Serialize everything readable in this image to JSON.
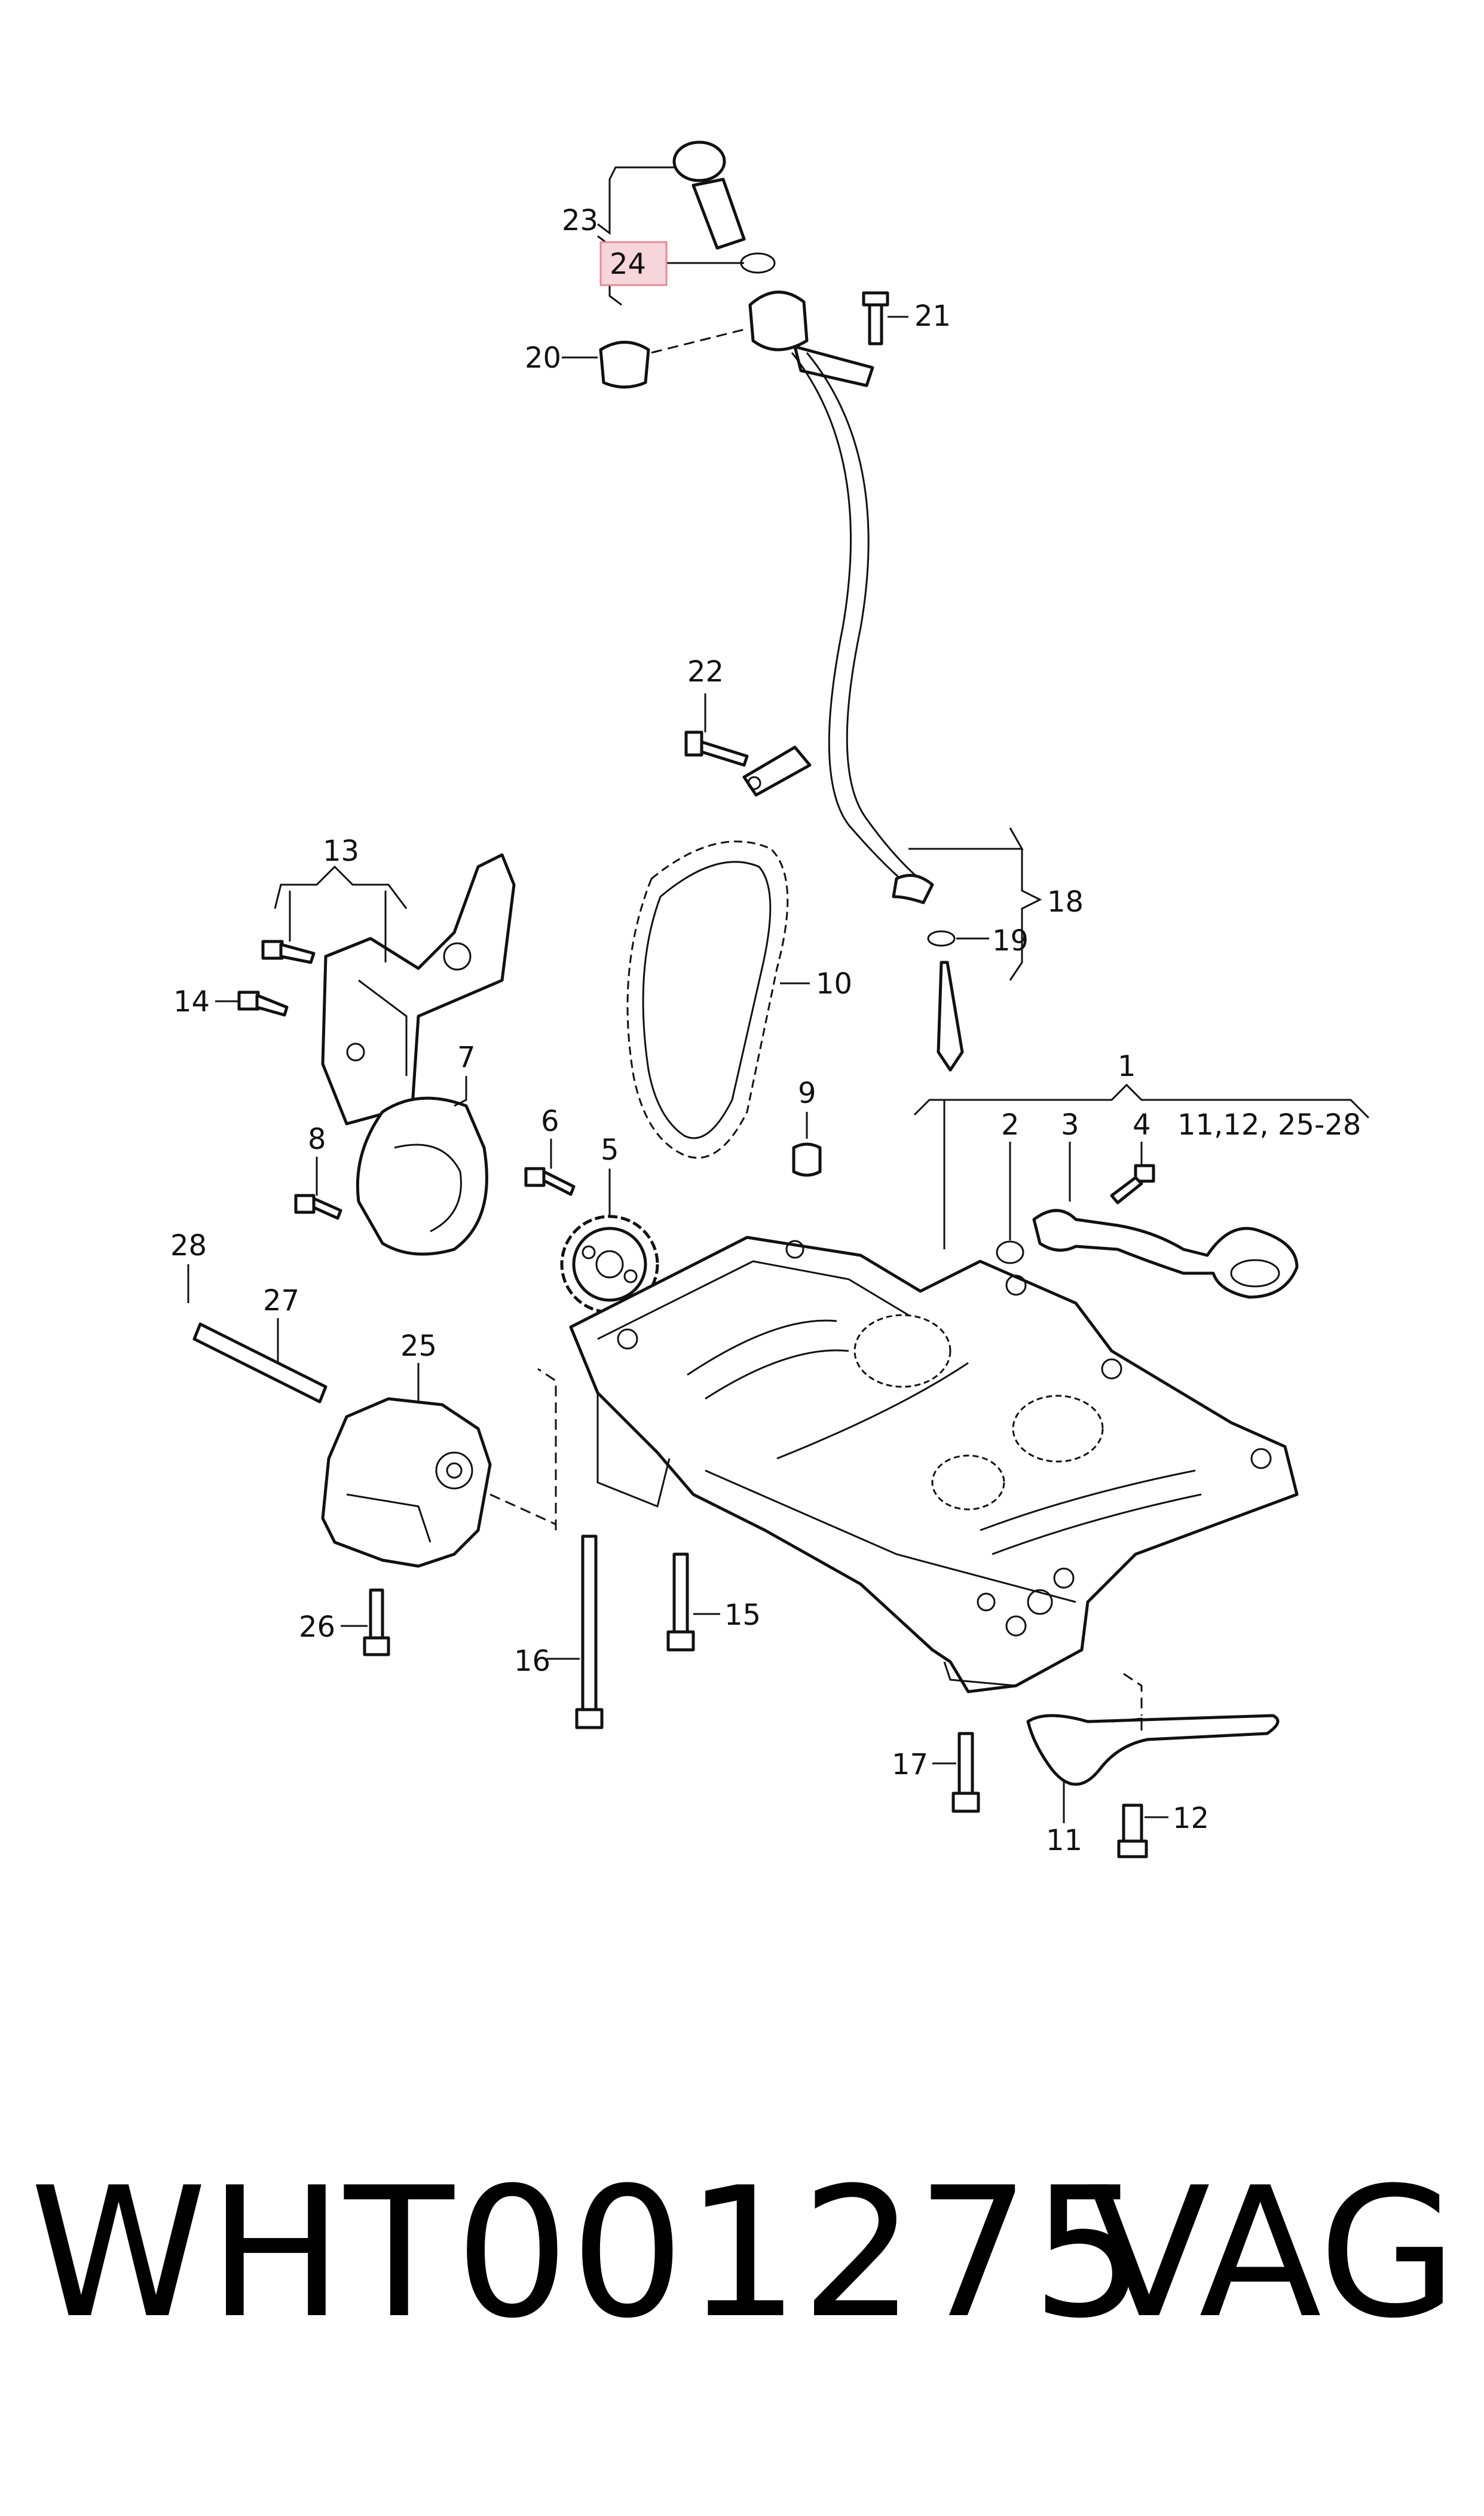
{
  "diagram": {
    "callouts": {
      "c1": "1",
      "c1_group": "11,12, 25-28",
      "c2": "2",
      "c3": "3",
      "c4": "4",
      "c5": "5",
      "c6": "6",
      "c7": "7",
      "c8": "8",
      "c9": "9",
      "c10": "10",
      "c11": "11",
      "c12": "12",
      "c13": "13",
      "c14": "14",
      "c15": "15",
      "c16": "16",
      "c17": "17",
      "c18": "18",
      "c19": "19",
      "c20": "20",
      "c21": "21",
      "c22": "22",
      "c23": "23",
      "c24": "24",
      "c25": "25",
      "c26": "26",
      "c27": "27",
      "c28": "28"
    },
    "highlighted_callout": "24",
    "highlight_color": "#f6d6da"
  },
  "footer": {
    "part_number": "WHT001275",
    "brand": "VAG"
  }
}
